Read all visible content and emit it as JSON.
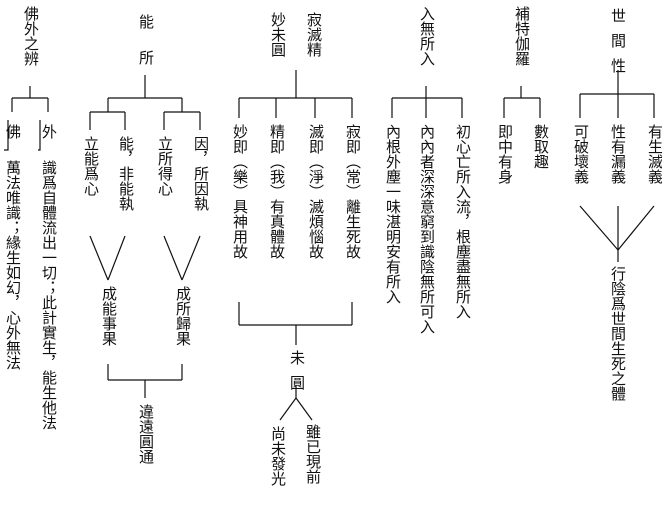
{
  "colors": {
    "ink": "#111111",
    "background": "#ffffff"
  },
  "sections": {
    "shijian": {
      "title": "世間性",
      "branches": [
        "可破壞義",
        "性有漏義",
        "有生滅義"
      ],
      "result": "行陰爲世間生死之體"
    },
    "butejialuo": {
      "title": "補特伽羅",
      "branches": [
        "即中有身",
        "數取趣"
      ]
    },
    "ruwusuoru": {
      "title": "入無所入",
      "branches": [
        "內根外塵一味湛明安有所入",
        "內內者深深意窮到識陰無所可入",
        "初心亡所入流，根塵盡無所入"
      ]
    },
    "jimiejing": {
      "title": "寂滅精",
      "subtitle": "妙未圓",
      "branches": [
        "妙即（樂）具神用故",
        "精即（我）有真體故",
        "滅即（淨）滅煩惱故",
        "寂即（常）離生死故"
      ],
      "merge": "未圓",
      "sub_branches": [
        "尚未發光",
        "雖已現前"
      ]
    },
    "nengsuo": {
      "title_1": "能",
      "title_2": "所",
      "branches": [
        "立能爲心",
        "能，非能執",
        "立所得心",
        "因，所因執"
      ],
      "results": [
        "成能事果",
        "成所歸果"
      ],
      "final": "違遠圓通"
    },
    "fowaizhibian": {
      "title": "佛外之辨",
      "branches": [
        "佛",
        "外"
      ],
      "fo_text": "萬法唯識；緣生如幻，心外無法",
      "wai_text": "識爲自體流出一切；此計實生，能生他法"
    }
  }
}
